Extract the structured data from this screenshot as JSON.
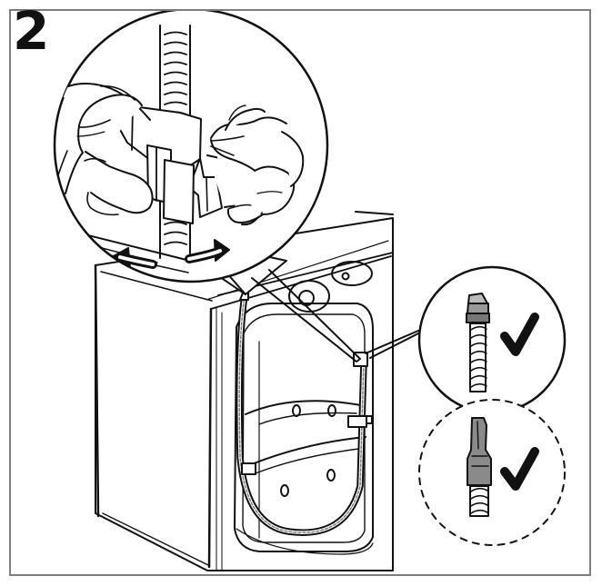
{
  "step": {
    "number": "2"
  },
  "icons": {
    "main": "washing-machine-inlet-hose",
    "detail": "hose-coupling-rotate",
    "check_1": "checkmark",
    "check_2": "checkmark"
  },
  "colors": {
    "line": "#111111",
    "frame": "#7d7d7d",
    "hose_gray": "#8a8a8a",
    "background": "#ffffff"
  }
}
